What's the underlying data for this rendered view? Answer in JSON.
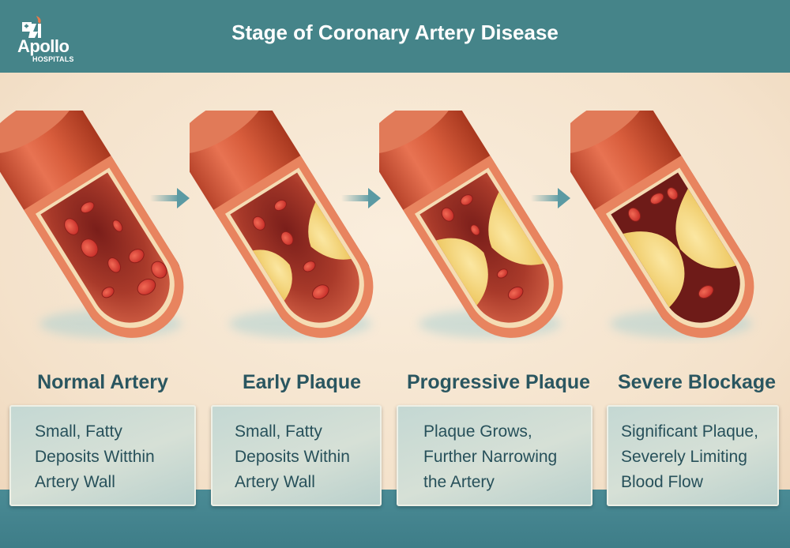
{
  "header": {
    "title": "Stage of Coronary Artery Disease",
    "logo": {
      "name": "Apollo",
      "subtitle": "HOSPITALS"
    },
    "color": "#458489"
  },
  "stages": [
    {
      "title": "Normal Artery",
      "lines": [
        "Small, Fatty",
        "Deposits Witthin",
        "Artery Wall"
      ]
    },
    {
      "title": "Early Plaque",
      "lines": [
        "Small, Fatty",
        "Deposits Within",
        "Artery Wall"
      ]
    },
    {
      "title": "Progressive Plaque",
      "lines": [
        "Plaque Grows,",
        "Further Narrowing",
        "the Artery"
      ]
    },
    {
      "title": "Severe Blockage",
      "lines": [
        "Significant Plaque,",
        "Severely Limiting",
        "Blood Flow"
      ]
    }
  ],
  "colors": {
    "artery": "#d9603e",
    "lumen": "#8e2a22",
    "plaque": "#f3d77f",
    "arrow": "#5b9aa3",
    "text": "#2a5660"
  }
}
